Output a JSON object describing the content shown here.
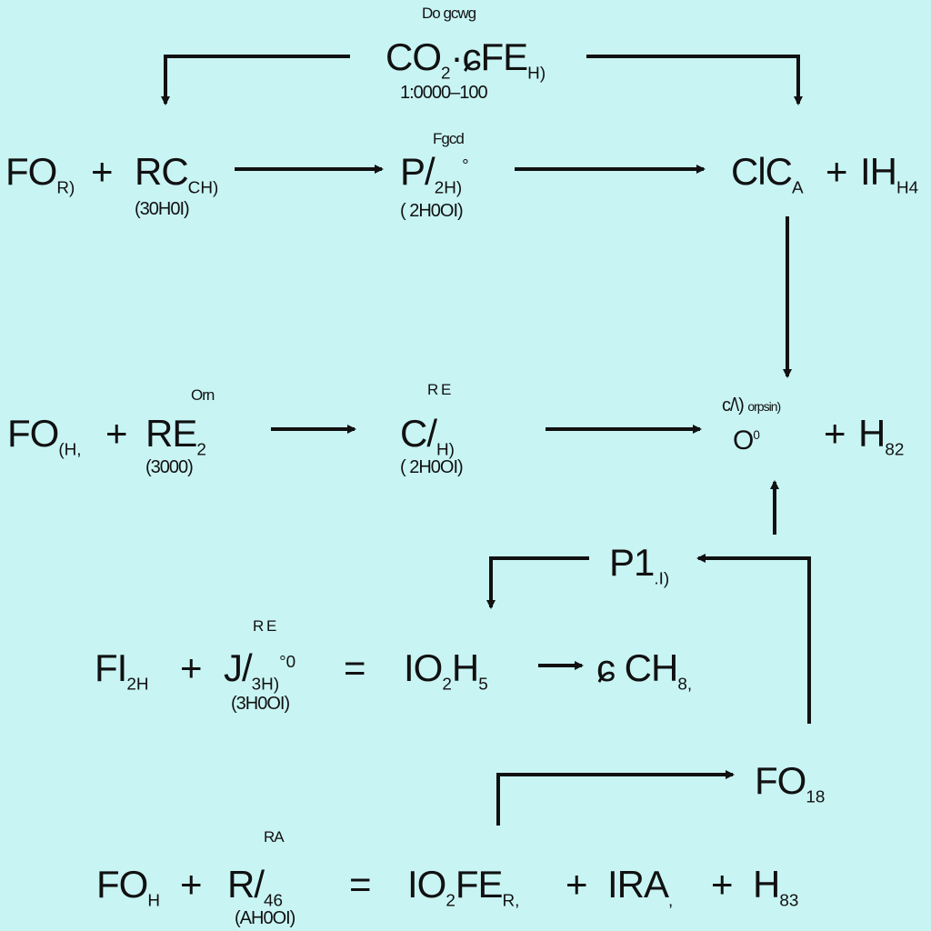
{
  "top": {
    "label": "Do gcwg",
    "formula": "CO",
    "formula_sub": "2",
    "formula_mid": "·ɕFE",
    "formula_sub2": "H)",
    "range": "1:0000–100"
  },
  "row1": {
    "reactant_a": "FO",
    "reactant_a_sub": "R)",
    "plus": "+",
    "reactant_b": "RC",
    "reactant_b_sub": "CH)",
    "reactant_b_note": "(30H0I)",
    "mid_label": "Fgcd",
    "mid": "P/",
    "mid_sub": "2H)",
    "mid_sup": "°",
    "mid_note": "( 2H0OI)",
    "product_a": "ClC",
    "product_a_sub": "A",
    "product_b": "IH",
    "product_b_sub": "H4"
  },
  "row2": {
    "reactant_a": "FO",
    "reactant_a_sub": "(H,",
    "plus": "+",
    "reactant_b": "RE",
    "reactant_b_sub": "2",
    "reactant_b_label": "Orn",
    "reactant_b_note": "(3000)",
    "mid_label": "R E",
    "mid": "C/",
    "mid_sub": "H)",
    "mid_note": "( 2H0OI)",
    "product_label": "c/\\)",
    "product_small": "orpsin)",
    "product_a": "O",
    "product_a_sup": "0",
    "product_b": "H",
    "product_b_sub": "82"
  },
  "mid_node": {
    "label": "P1",
    "sub": ".I)"
  },
  "row3": {
    "reactant_a": "FI",
    "reactant_a_sub": "2H",
    "plus": "+",
    "reactant_b_label": "R E",
    "reactant_b": "J/",
    "reactant_b_sub": "3H)",
    "reactant_b_sup": "°0",
    "reactant_b_note": "(3H0OI)",
    "equals": "=",
    "product_a": "IO",
    "product_a_sub": "2",
    "product_a_mid": "H",
    "product_a_sub2": "5",
    "product_b": "ɕ CH",
    "product_b_sub": "8,"
  },
  "fo18": {
    "label": "FO",
    "sub": "18"
  },
  "row4": {
    "reactant_a": "FO",
    "reactant_a_sub": "H",
    "plus": "+",
    "reactant_b_label": "RA",
    "reactant_b": "R/",
    "reactant_b_sub": "46",
    "reactant_b_note": "(AH0OI)",
    "equals": "=",
    "product_a": "IO",
    "product_a_sub": "2",
    "product_a_mid": "FE",
    "product_a_sub2": "R,",
    "product_b": "IRA",
    "product_b_sub": ",",
    "product_c": "H",
    "product_c_sub": "83"
  },
  "colors": {
    "background": "#c9f4f4",
    "ink": "#111111"
  }
}
